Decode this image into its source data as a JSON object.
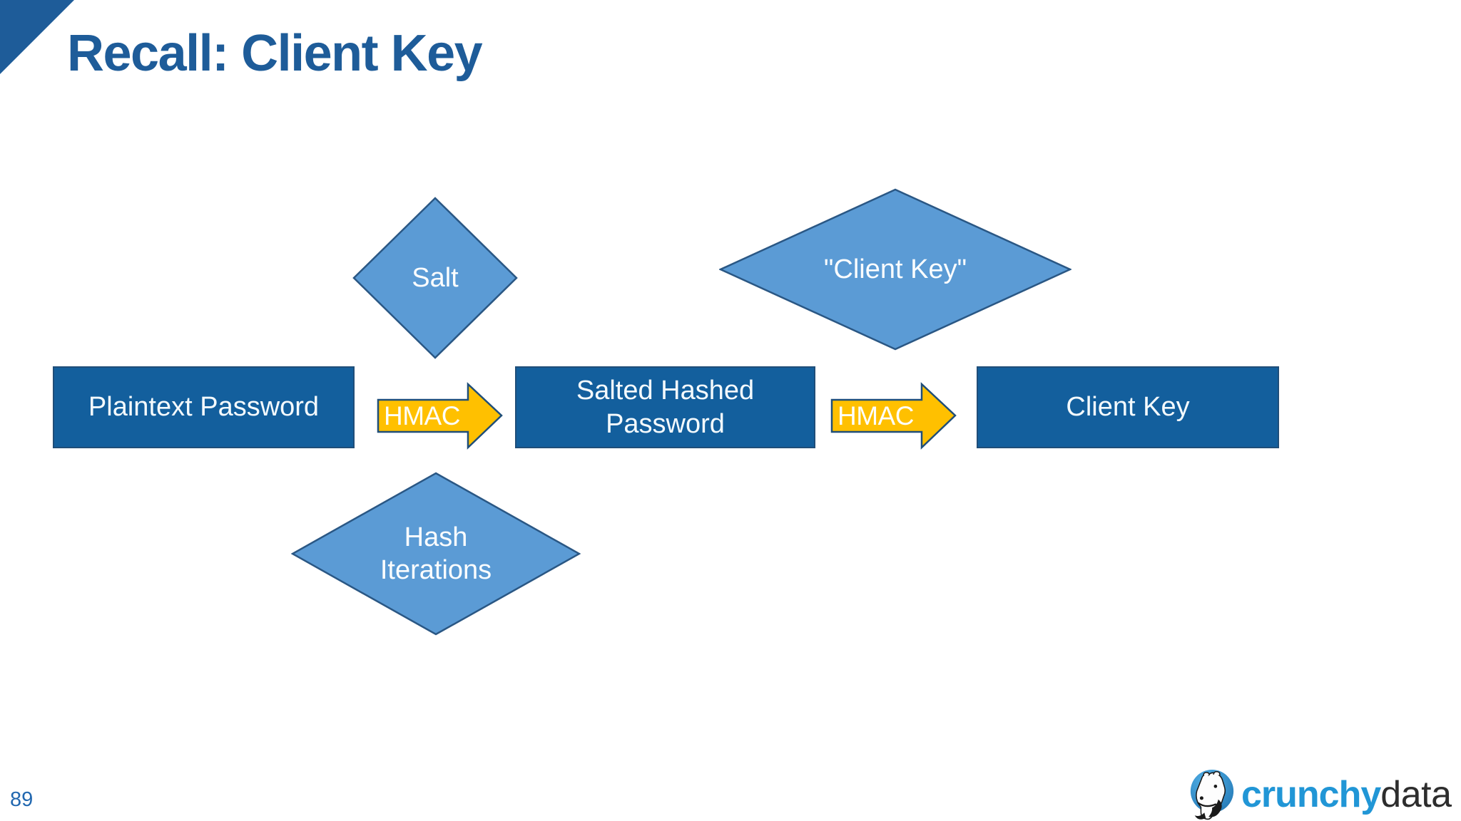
{
  "slide": {
    "title": "Recall: Client Key"
  },
  "diagram": {
    "boxes": [
      {
        "id": "plaintext-password",
        "label": "Plaintext Password"
      },
      {
        "id": "salted-hashed-password",
        "label": "Salted Hashed Password"
      },
      {
        "id": "client-key",
        "label": "Client Key"
      }
    ],
    "diamonds": [
      {
        "id": "salt",
        "label": "Salt"
      },
      {
        "id": "client-key-name",
        "label": "\"Client Key\""
      },
      {
        "id": "hash-iterations",
        "label": "Hash Iterations"
      }
    ],
    "arrows": [
      {
        "id": "hmac-1",
        "label": "HMAC"
      },
      {
        "id": "hmac-2",
        "label": "HMAC"
      }
    ]
  },
  "footer": {
    "page_number": "89",
    "logo": {
      "brand": "crunchy",
      "suffix": "data"
    }
  },
  "colors": {
    "title_blue": "#1E5C99",
    "box_fill": "#135F9D",
    "box_border": "#1F4E79",
    "diamond_fill": "#5B9BD5",
    "diamond_border": "#2A5784",
    "arrow_fill": "#FFC000",
    "arrow_border": "#1F4E79",
    "shape_text": "#FFFFFF",
    "page_number_blue": "#2268B0",
    "logo_blue": "#2196D6",
    "logo_dark": "#2D2D2D"
  }
}
